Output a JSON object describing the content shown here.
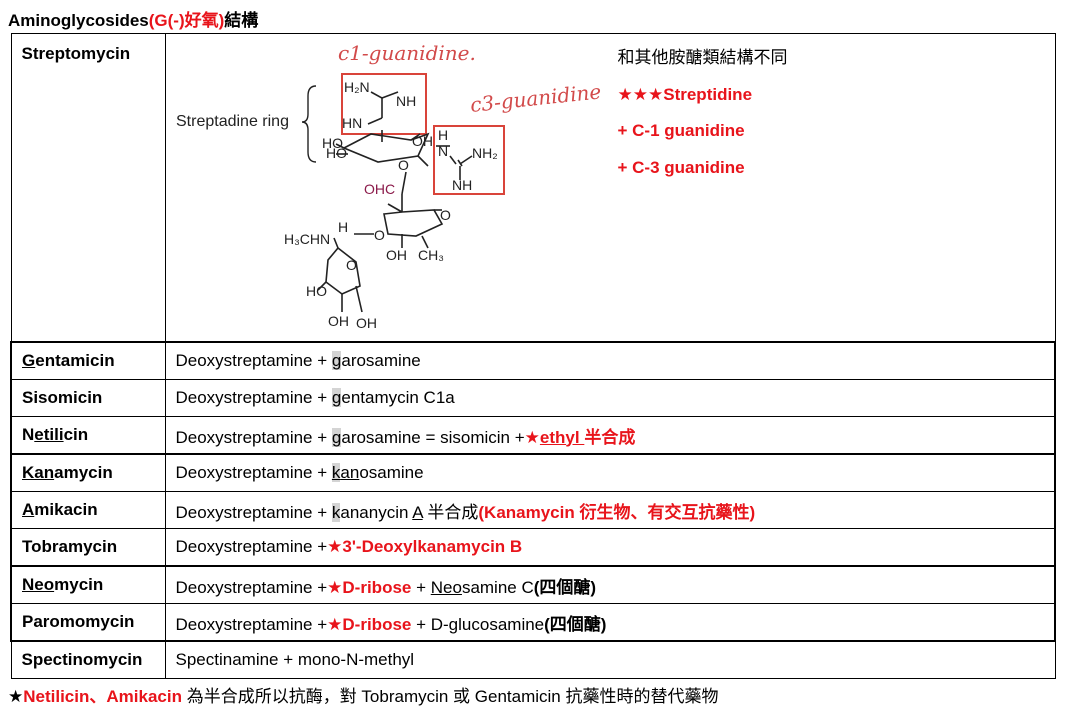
{
  "title": {
    "prefix": "Aminoglycosides",
    "highlight": "(G(-)好氧)",
    "suffix": "結構"
  },
  "streptomycin": {
    "name": "Streptomycin",
    "diagram": {
      "ring_label": "Streptadine ring",
      "hand_c1": "c1-guanidine.",
      "hand_c3": "c3-guanidine",
      "labels": [
        "H₂N",
        "NH",
        "HN",
        "HO",
        "HO",
        "OH",
        "O",
        "H",
        "N",
        "NH₂",
        "NH",
        "OHC",
        "O",
        "H₃CHN",
        "H",
        "O",
        "OH",
        "CH₃",
        "O",
        "HO",
        "OH",
        "OH"
      ]
    },
    "note1": "和其他胺醣類結構不同",
    "note2_stars": "★★★",
    "note2": "Streptidine",
    "note3": "+ C-1 guanidine",
    "note4": "+ C-3 guanidine"
  },
  "rows": [
    {
      "drug_u": "G",
      "drug_rest": "entamicin",
      "base": "Deoxystreptamine + ",
      "hl": "g",
      "rest": "arosamine"
    },
    {
      "drug": "Sisomicin",
      "base": "Deoxystreptamine + ",
      "hl": "g",
      "rest": "entamycin C1a"
    },
    {
      "drug_pre": "N",
      "drug_u": "etili",
      "drug_rest": "cin",
      "base": "Deoxystreptamine + ",
      "hl": "g",
      "rest": "arosamine = sisomicin +",
      "star": "★",
      "red_u": "ethyl ",
      "red": "半合成"
    },
    {
      "drug_u": "Kan",
      "drug_rest": "amycin",
      "base": "Deoxystreptamine + ",
      "hl": "k",
      "u": "an",
      "rest": "osamine"
    },
    {
      "drug_u": "A",
      "drug_rest": "mikacin",
      "base": "Deoxystreptamine + ",
      "hl": "k",
      "rest": "ananycin ",
      "u": "A",
      "rest2": " 半合成",
      "red": "(Kanamycin 衍生物、有交互抗藥性)"
    },
    {
      "drug": "Tobramycin",
      "base": "Deoxystreptamine +",
      "star": "★",
      "red": "3'-Deoxylkanamycin B"
    },
    {
      "drug_u": "Neo",
      "drug_rest": "mycin",
      "base": "Deoxystreptamine +",
      "star": "★",
      "red": "D-ribose",
      "rest": " + ",
      "u": "Neo",
      "rest2": "samine C",
      "bold": "(四個醣)"
    },
    {
      "drug": "Paromomycin",
      "base": "Deoxystreptamine +",
      "star": "★",
      "red": "D-ribose",
      "rest": " + D-glucosamine",
      "bold": "(四個醣)"
    },
    {
      "drug": "Spectinomycin",
      "base": "Spectinamine + mono-N-methyl"
    }
  ],
  "footer": {
    "star": "★",
    "red": "Netilicin、Amikacin",
    "text": " 為半合成所以抗酶，對 Tobramycin 或 Gentamicin 抗藥性時的替代藥物"
  }
}
